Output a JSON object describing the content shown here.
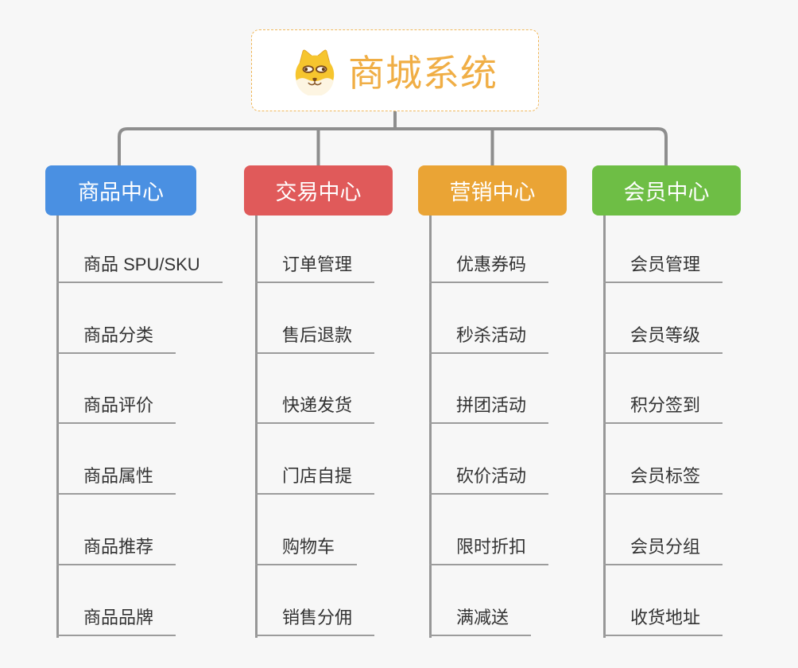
{
  "root": {
    "label": "商城系统",
    "icon": "shiba-dog-icon"
  },
  "branches": [
    {
      "label": "商品中心",
      "color": "#4a90e2",
      "children": [
        "商品 SPU/SKU",
        "商品分类",
        "商品评价",
        "商品属性",
        "商品推荐",
        "商品品牌"
      ]
    },
    {
      "label": "交易中心",
      "color": "#e05a5a",
      "children": [
        "订单管理",
        "售后退款",
        "快递发货",
        "门店自提",
        "购物车",
        "销售分佣"
      ]
    },
    {
      "label": "营销中心",
      "color": "#eaa435",
      "children": [
        "优惠券码",
        "秒杀活动",
        "拼团活动",
        "砍价活动",
        "限时折扣",
        "满减送"
      ]
    },
    {
      "label": "会员中心",
      "color": "#6ebe45",
      "children": [
        "会员管理",
        "会员等级",
        "积分签到",
        "会员标签",
        "会员分组",
        "收货地址"
      ]
    }
  ],
  "colors": {
    "background": "#f7f7f7",
    "connector": "#8e8e8e",
    "leaf_underline": "#9c9c9c",
    "leaf_text": "#333333",
    "root_accent": "#f0ae45",
    "root_border": "#f0b85c"
  }
}
